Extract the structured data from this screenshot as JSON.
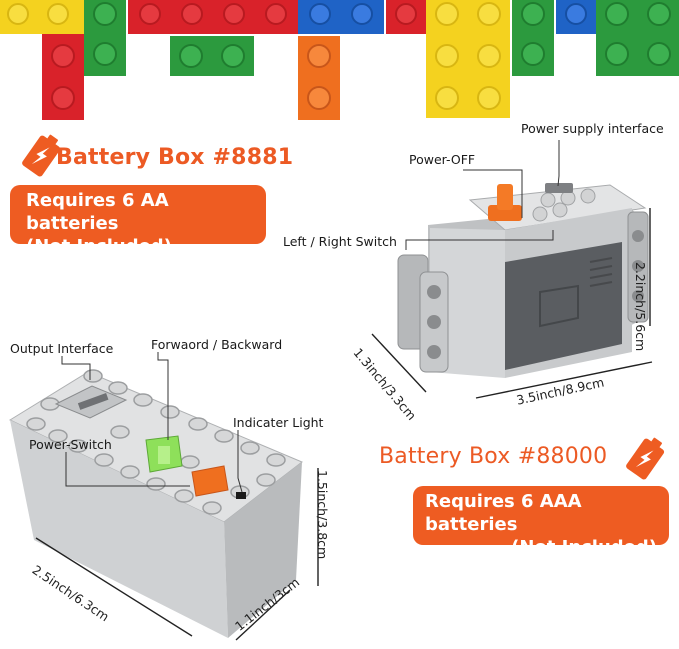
{
  "box_8881": {
    "title": "Battery Box #8881",
    "requirement_line1": "Requires 6 AA batteries",
    "requirement_line2": "(Not Included)",
    "labels": {
      "power_supply": "Power supply interface",
      "power_off": "Power-OFF",
      "switch": "Left / Right Switch"
    },
    "dimensions": {
      "height": "2.2inch/5.6cm",
      "width": "1.3inch/3.3cm",
      "length": "3.5inch/8.9cm"
    }
  },
  "box_88000": {
    "title": "Battery Box #88000",
    "requirement_line1": "Requires 6 AAA batteries",
    "requirement_line2": "(Not Included)",
    "labels": {
      "output": "Output Interface",
      "direction": "Forwaord / Backward",
      "indicator": "Indicater Light",
      "power_switch": "Power-Switch"
    },
    "dimensions": {
      "height": "1.5inch/3.8cm",
      "width": "1.1inch/3cm",
      "length": "2.5inch/6.3cm"
    }
  },
  "colors": {
    "accent": "#ee5c22",
    "brick_yellow": "#f4d21f",
    "brick_green": "#2c9a3e",
    "brick_red": "#d9222a",
    "brick_blue": "#1f63c6",
    "brick_orange": "#ef6f1f",
    "housing_grey": "#cfd1d3",
    "panel_dark": "#5a5d61"
  }
}
